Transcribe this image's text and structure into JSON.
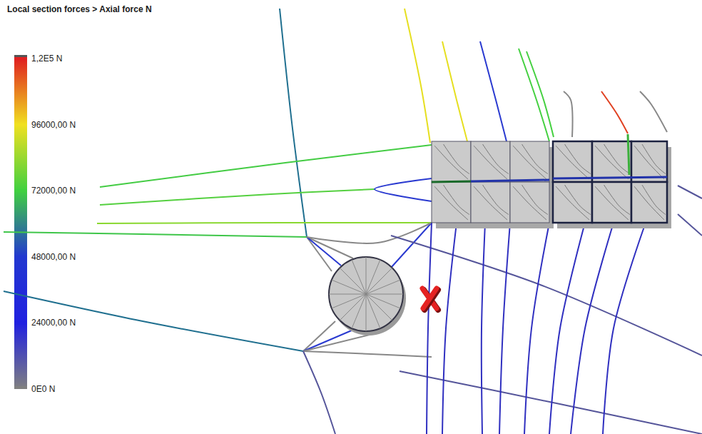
{
  "diagram": {
    "title": "Local section forces > Axial force N",
    "legend": [
      {
        "text": "1,2E5 N",
        "color": "#e02020"
      },
      {
        "text": "96000,00 N",
        "color": "#f0e020"
      },
      {
        "text": "72000,00 N",
        "color": "#40d040"
      },
      {
        "text": "48000,00 N",
        "color": "#2238d0"
      },
      {
        "text": "24000,00 N",
        "color": "#2020e0"
      },
      {
        "text": "0E0 N",
        "color": "#808080"
      }
    ]
  }
}
